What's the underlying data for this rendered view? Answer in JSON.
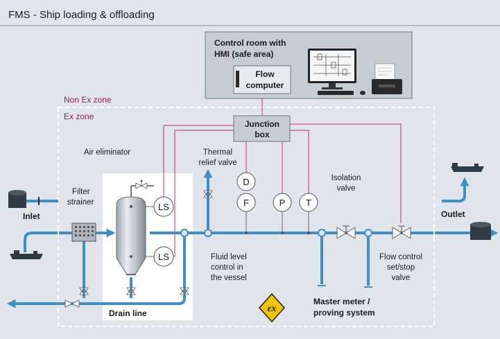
{
  "title": "FMS - Ship loading & offloading",
  "zones": {
    "non_ex": "Non Ex zone",
    "ex": "Ex zone"
  },
  "control_room": {
    "line1": "Control room with",
    "line2": "HMI (safe area)"
  },
  "flow_computer": {
    "line1": "Flow",
    "line2": "computer"
  },
  "junction_box": {
    "line1": "Junction",
    "line2": "box"
  },
  "labels": {
    "air_eliminator": "Air eliminator",
    "thermal_relief_line1": "Thermal",
    "thermal_relief_line2": "relief valve",
    "filter_line1": "Filter",
    "filter_line2": "strainer",
    "inlet": "Inlet",
    "outlet": "Outlet",
    "isolation_line1": "Isolation",
    "isolation_line2": "valve",
    "fluid_level_line1": "Fluid level",
    "fluid_level_line2": "control in",
    "fluid_level_line3": "the vessel",
    "flow_control_line1": "Flow control",
    "flow_control_line2": "set/stop",
    "flow_control_line3": "valve",
    "master_meter_line1": "Master meter /",
    "master_meter_line2": "proving system",
    "drain_line": "Drain line"
  },
  "instruments": {
    "ls_top": "LS",
    "ls_bottom": "LS",
    "density": "D",
    "flow": "F",
    "pressure": "P",
    "temperature": "T"
  },
  "colors": {
    "pipe": "#3d8fcb",
    "signal": "#c8286f",
    "zone_text": "#a3195b",
    "background": "#dfe5ea",
    "ex_symbol": "#f2c400"
  }
}
